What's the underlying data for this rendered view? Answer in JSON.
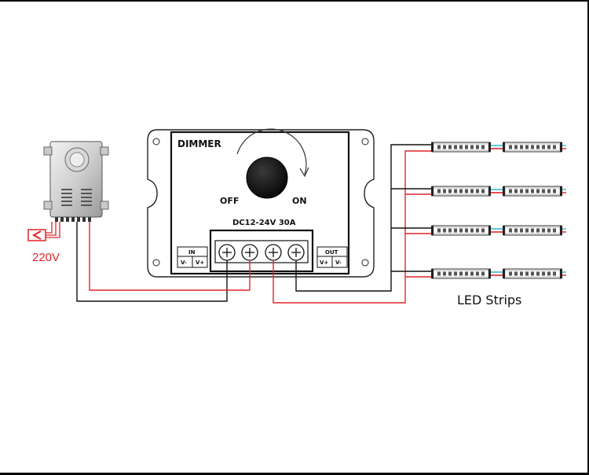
{
  "dimmer": {
    "title": "DIMMER",
    "off_label": "OFF",
    "on_label": "ON",
    "rating": "DC12-24V 30A",
    "in_label": "IN",
    "in_minus": "V-",
    "in_plus": "V+",
    "out_label": "OUT",
    "out_plus": "V+",
    "out_minus": "V-"
  },
  "power_supply": {
    "voltage_label": "220V"
  },
  "led_strips": {
    "label": "LED Strips",
    "rows": 4,
    "segments_per_row": 2
  },
  "colors": {
    "wire_red": "#e0242a",
    "wire_black": "#111111",
    "connector_cyan": "#3ab7c9",
    "housing_outline": "#222222"
  }
}
